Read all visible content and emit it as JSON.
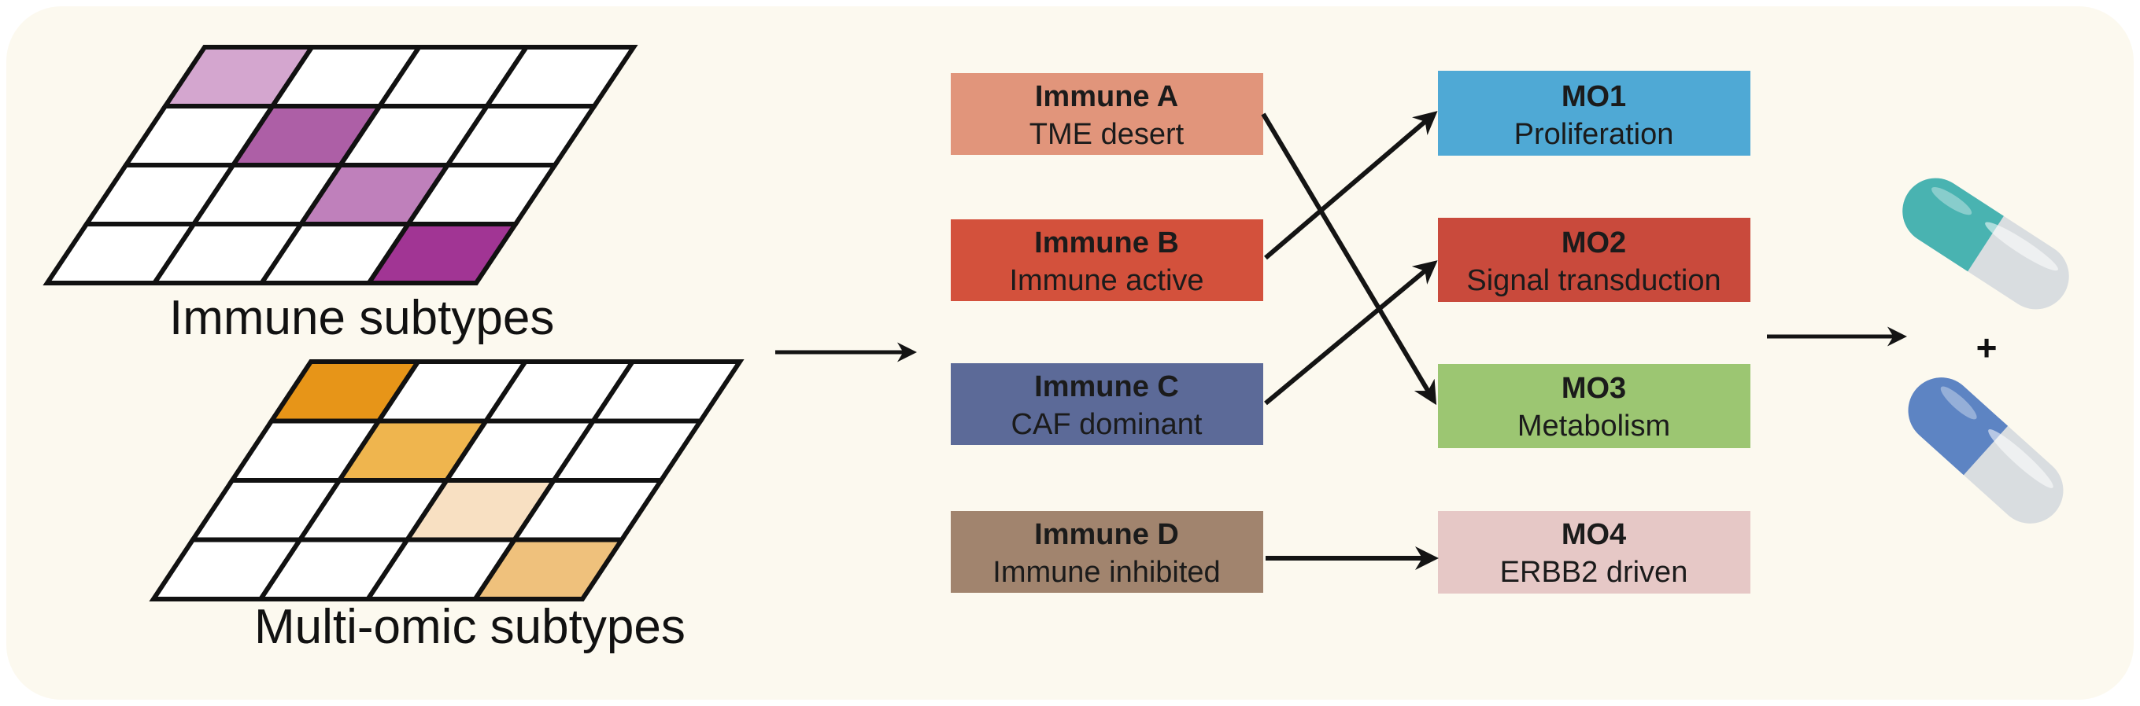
{
  "left": {
    "immune_grid": {
      "label": "Immune subtypes",
      "highlight_colors": [
        "#d4a6cf",
        "#ad5fa6",
        "#bf80bb",
        "#a13594"
      ]
    },
    "multiomic_grid": {
      "label": "Multi-omic subtypes",
      "highlight_colors": [
        "#e79518",
        "#efb54e",
        "#f8e0c2",
        "#efc17c"
      ]
    }
  },
  "immune": [
    {
      "id": "A",
      "title": "Immune A",
      "subtitle": "TME desert",
      "color": "#e1957b"
    },
    {
      "id": "B",
      "title": "Immune B",
      "subtitle": "Immune active",
      "color": "#d3513c"
    },
    {
      "id": "C",
      "title": "Immune C",
      "subtitle": "CAF dominant",
      "color": "#5c6a98"
    },
    {
      "id": "D",
      "title": "Immune D",
      "subtitle": "Immune inhibited",
      "color": "#a1846e"
    }
  ],
  "mo": [
    {
      "id": "MO1",
      "title": "MO1",
      "subtitle": "Proliferation",
      "color": "#4fa9d5"
    },
    {
      "id": "MO2",
      "title": "MO2",
      "subtitle": "Signal transduction",
      "color": "#c94a3c"
    },
    {
      "id": "MO3",
      "title": "MO3",
      "subtitle": "Metabolism",
      "color": "#9cc672"
    },
    {
      "id": "MO4",
      "title": "MO4",
      "subtitle": "ERBB2 driven",
      "color": "#e6c8c6"
    }
  ],
  "connections": [
    {
      "from": "A",
      "to": "MO3"
    },
    {
      "from": "B",
      "to": "MO1"
    },
    {
      "from": "C",
      "to": "MO2"
    },
    {
      "from": "D",
      "to": "MO4"
    }
  ],
  "drugs": {
    "plus_sign": "+",
    "capsule_top": {
      "name": "teal-capsule-icon",
      "cap_color": "#49b3b1",
      "body_color": "#d9dde0"
    },
    "capsule_bottom": {
      "name": "blue-capsule-icon",
      "cap_color": "#5d84c3",
      "body_color": "#d9dde0"
    }
  }
}
